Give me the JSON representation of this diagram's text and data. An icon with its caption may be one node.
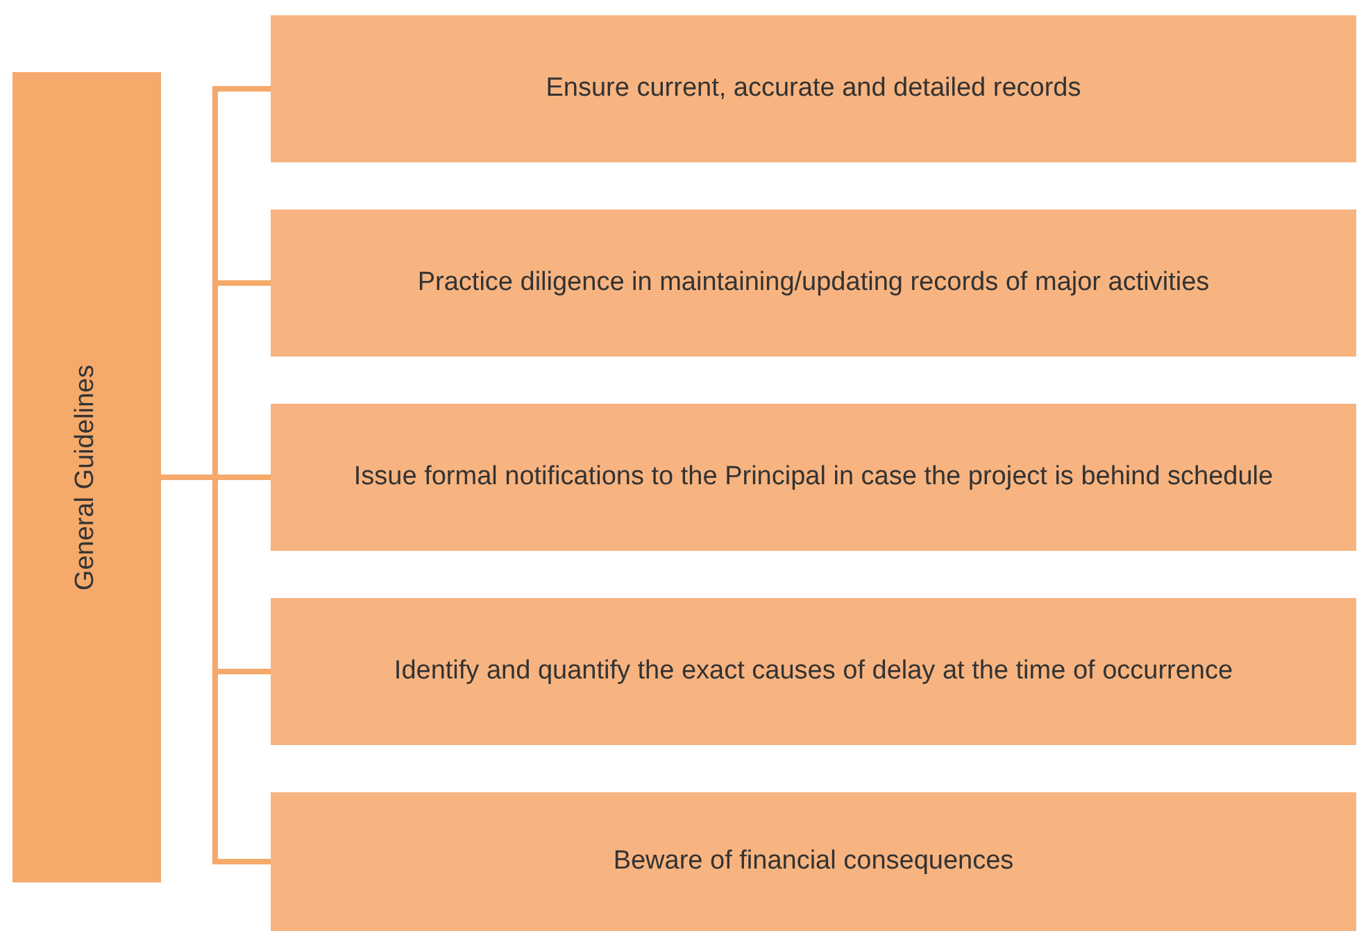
{
  "diagram": {
    "nodes": [
      {
        "text": [
          "General Guidelines"
        ]
      },
      {
        "text": [
          "Ensure current, accurate and detailed records"
        ]
      },
      {
        "text": [
          "Practice diligence in maintaining/updating records of major activities"
        ]
      },
      {
        "text": [
          "Issue formal notifications to the Principal in case the project is behind schedule"
        ]
      },
      {
        "text": [
          "Identify and quantify the exact causes of delay at the time of occurrence"
        ]
      },
      {
        "text": [
          "Beware of financial consequences"
        ]
      }
    ],
    "edges": [
      {
        "from": 0,
        "to": 1,
        "arrow": "none"
      },
      {
        "from": 0,
        "to": 2,
        "arrow": "none"
      },
      {
        "from": 0,
        "to": 3,
        "arrow": "none"
      },
      {
        "from": 0,
        "to": 4,
        "arrow": "none"
      },
      {
        "from": 0,
        "to": 5,
        "arrow": "none"
      }
    ]
  }
}
